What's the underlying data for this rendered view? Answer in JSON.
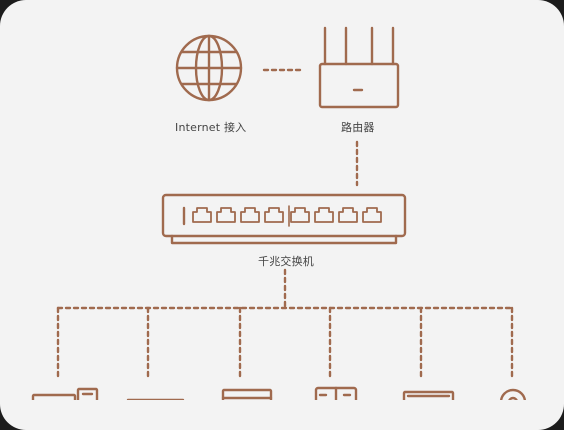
{
  "colors": {
    "accent": "#a06a4e",
    "background": "#f3f3f3"
  },
  "labels": {
    "internet": "Internet 接入",
    "router": "路由器",
    "switch": "千兆交换机"
  },
  "icons": [
    "globe-icon",
    "router-icon",
    "switch-icon",
    "desktop-pc-icon",
    "monitor-icon",
    "nas-icon",
    "game-console-icon",
    "tv-icon",
    "camera-icon"
  ],
  "switch_ports": 8
}
